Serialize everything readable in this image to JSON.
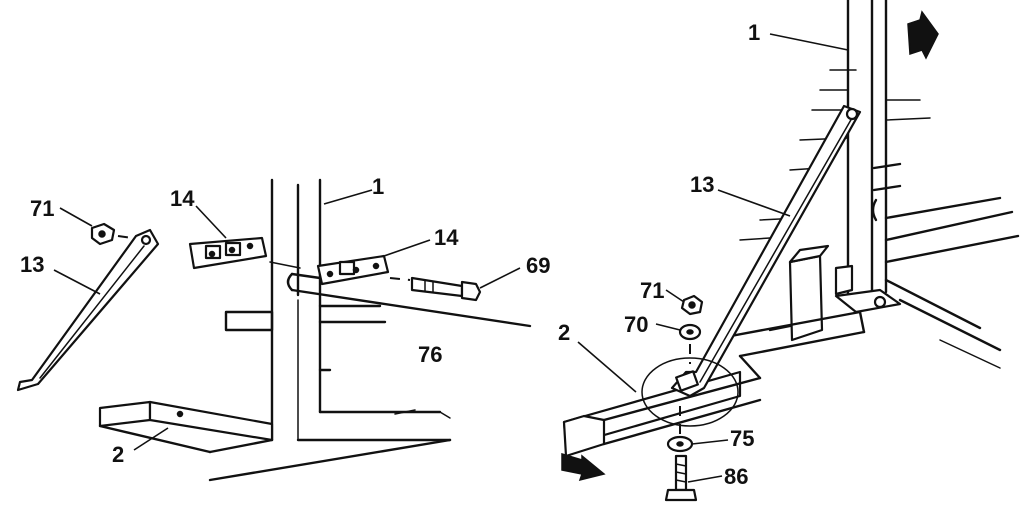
{
  "labels": {
    "left_71": "71",
    "left_14a": "14",
    "left_1": "1",
    "left_13": "13",
    "left_14b": "14",
    "left_69": "69",
    "left_76": "76",
    "left_2": "2",
    "right_1": "1",
    "right_13": "13",
    "right_71": "71",
    "right_70": "70",
    "right_2": "2",
    "right_75": "75",
    "right_86": "86"
  },
  "icons": {
    "direction_arrow_up": "solid-arrow-icon",
    "direction_arrow_down": "solid-arrow-icon"
  },
  "colors": {
    "line": "#111111",
    "background": "#ffffff"
  }
}
